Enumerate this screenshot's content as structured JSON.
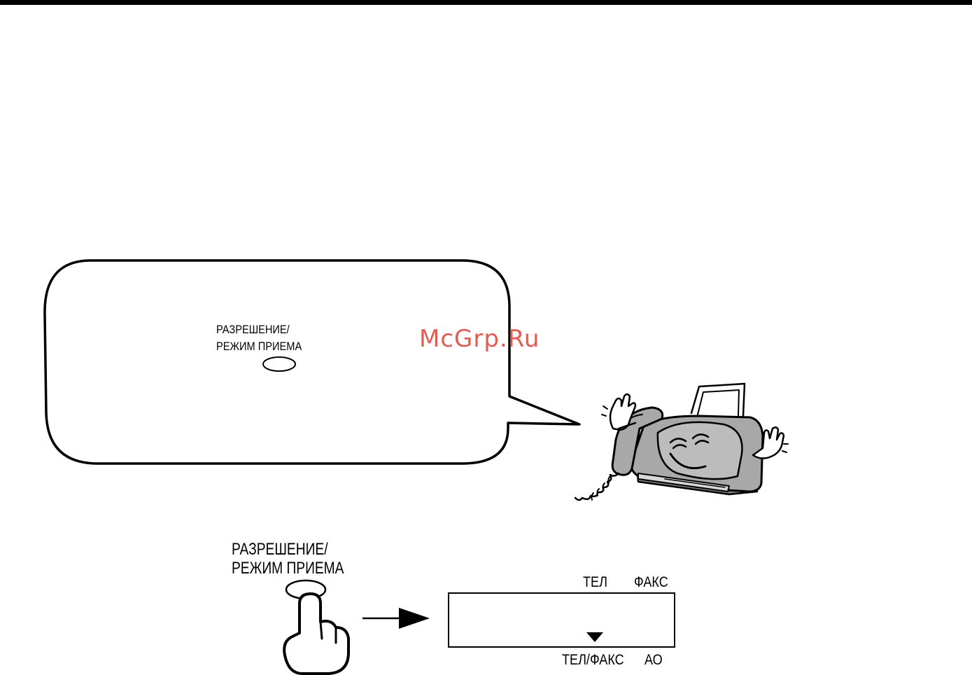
{
  "callout": {
    "button_label_line1": "РАЗРЕШЕНИЕ/",
    "button_label_line2": "РЕЖИМ ПРИЕМА"
  },
  "watermark": {
    "text": "McGrp.Ru"
  },
  "procedure": {
    "button_label_line1": "РАЗРЕШЕНИЕ/",
    "button_label_line2": "РЕЖИМ ПРИЕМА"
  },
  "display": {
    "top_labels": [
      "ТЕЛ",
      "ФАКС"
    ],
    "bottom_labels": [
      "ТЕЛ/ФАКС",
      "АО"
    ]
  },
  "icons": [
    "speech-bubble",
    "fax-machine-mascot",
    "reception-mode-button",
    "pressing-hand-icon",
    "arrow-right-icon",
    "indicator-triangle-icon"
  ],
  "colors": {
    "ink": "#000000",
    "fax_body": "#a8a8a8",
    "fax_dark": "#7d7d7d",
    "watermark": "#e0463a"
  }
}
